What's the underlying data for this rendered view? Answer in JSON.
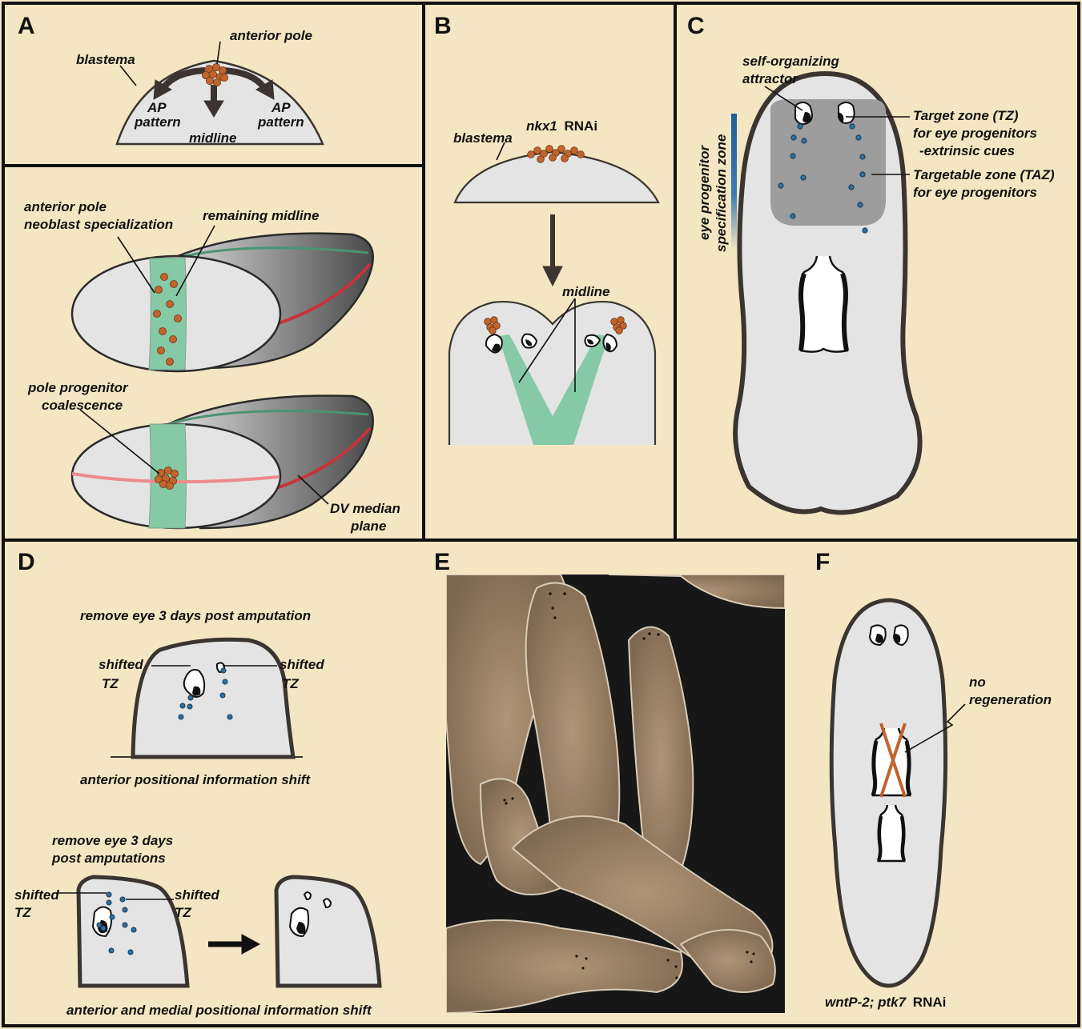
{
  "colors": {
    "background": "#f5e6c3",
    "border": "#111111",
    "tissue": "#e4e4e4",
    "tissue_outline": "#3a3530",
    "pole_cells": "#c1652c",
    "midline": "#86c9a6",
    "dv_plane": "#c8323a",
    "dv_plane_light": "#ec8a8d",
    "progenitors": "#2d6e9c",
    "targetable_zone": "#9d9d9d",
    "photo_dark": "#171717",
    "worm": "#a08466",
    "cross": "#c2622c"
  },
  "panels": {
    "A": {
      "letter": "A",
      "top": {
        "anterior_pole": "anterior pole",
        "blastema": "blastema",
        "ap_left_1": "AP",
        "ap_left_2": "pattern",
        "ap_right_1": "AP",
        "ap_right_2": "pattern",
        "midline": "midline"
      },
      "bottom": {
        "neoblast_1": "anterior pole",
        "neoblast_2": "neoblast specialization",
        "remaining_midline": "remaining midline",
        "coalescence_1": "pole progenitor",
        "coalescence_2": "coalescence",
        "dv_1": "DV median",
        "dv_2": "plane"
      }
    },
    "B": {
      "letter": "B",
      "blastema": "blastema",
      "gene": "nkx1",
      "rnai": "RNAi",
      "midline": "midline"
    },
    "C": {
      "letter": "C",
      "attractor_1": "self-organizing",
      "attractor_2": "attractor",
      "tz_1": "Target zone (TZ)",
      "tz_2": "for eye progenitors",
      "tz_3": "-extrinsic cues",
      "taz_1": "Targetable zone (TAZ)",
      "taz_2": "for eye progenitors",
      "spec_1": "eye progenitor",
      "spec_2": "specification zone"
    },
    "D": {
      "letter": "D",
      "top_title": "remove eye 3 days post amputation",
      "shifted_1": "shifted",
      "tz": "TZ",
      "top_caption": "anterior positional information shift",
      "bottom_title_1": "remove eye 3 days",
      "bottom_title_2": "post amputations",
      "bottom_caption": "anterior and medial positional information shift"
    },
    "E": {
      "letter": "E"
    },
    "F": {
      "letter": "F",
      "no_regen_1": "no",
      "no_regen_2": "regeneration",
      "gene": "wntP-2; ptk7",
      "rnai": "RNAi"
    }
  }
}
